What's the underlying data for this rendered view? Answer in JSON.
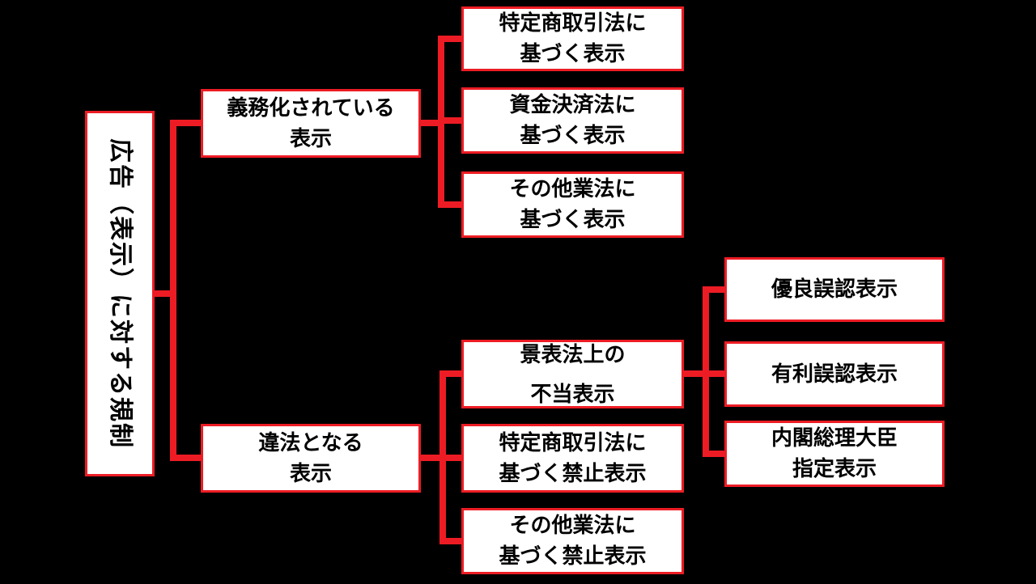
{
  "diagram": {
    "nodes": {
      "root": "広告（表示）に対する規制",
      "mandatory": "義務化されている\n表示",
      "illegal": "違法となる\n表示",
      "tokushoho_required": "特定商取引法に\n基づく表示",
      "payment_services": "資金決済法に\n基づく表示",
      "other_laws_required": "その他業法に\n基づく表示",
      "keihyoho_unfair": "景表法上の\n不当表示",
      "tokushoho_prohibited": "特定商取引法に\n基づく禁止表示",
      "other_laws_prohibited": "その他業法に\n基づく禁止表示",
      "superior_misleading": "優良誤認表示",
      "advantageous_misleading": "有利誤認表示",
      "pm_designated": "内閣総理大臣\n指定表示"
    },
    "edges": [
      [
        "root",
        "mandatory"
      ],
      [
        "root",
        "illegal"
      ],
      [
        "mandatory",
        "tokushoho_required"
      ],
      [
        "mandatory",
        "payment_services"
      ],
      [
        "mandatory",
        "other_laws_required"
      ],
      [
        "illegal",
        "keihyoho_unfair"
      ],
      [
        "illegal",
        "tokushoho_prohibited"
      ],
      [
        "illegal",
        "other_laws_prohibited"
      ],
      [
        "keihyoho_unfair",
        "superior_misleading"
      ],
      [
        "keihyoho_unfair",
        "advantageous_misleading"
      ],
      [
        "keihyoho_unfair",
        "pm_designated"
      ]
    ],
    "colors": {
      "line": "#ed1c24",
      "box_fill": "#ffffff",
      "text": "#000000",
      "background": "#000000"
    }
  }
}
